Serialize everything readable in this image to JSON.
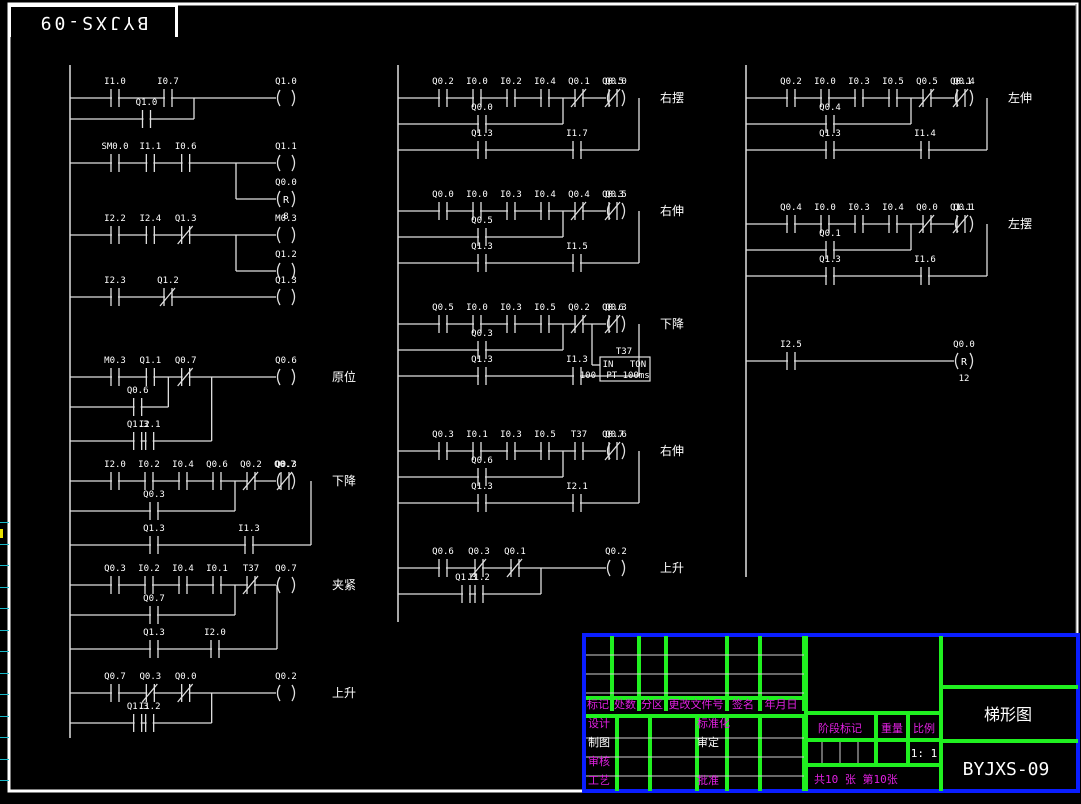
{
  "drawing_id_label": "BYJXS-09",
  "colors": {
    "background": "#000000",
    "wire": "#e0e0e0",
    "text": "#ffffff",
    "titleblock_border": "#0a1eff",
    "titleblock_grid": "#20f020",
    "titleblock_label": "#e020e0"
  },
  "ladder": {
    "columns": [
      {
        "rungs": [
          {
            "contacts": [
              {
                "name": "I1.0",
                "type": "NO"
              },
              {
                "name": "I0.7",
                "type": "NO"
              }
            ],
            "branches": [
              {
                "contacts": [
                  {
                    "name": "Q1.0",
                    "type": "NO"
                  }
                ],
                "span": 2
              }
            ],
            "coils": [
              {
                "name": "Q1.0",
                "type": "()"
              }
            ],
            "comment": ""
          },
          {
            "contacts": [
              {
                "name": "SM0.0",
                "type": "NO"
              },
              {
                "name": "I1.1",
                "type": "NO"
              },
              {
                "name": "I0.6",
                "type": "NO"
              }
            ],
            "branches": [],
            "coils": [
              {
                "name": "Q1.1",
                "type": "()"
              },
              {
                "name": "Q0.0",
                "type": "(R)",
                "param": "8"
              }
            ],
            "comment": ""
          },
          {
            "contacts": [
              {
                "name": "I2.2",
                "type": "NO"
              },
              {
                "name": "I2.4",
                "type": "NO"
              },
              {
                "name": "Q1.3",
                "type": "NC"
              }
            ],
            "branches": [],
            "coils": [
              {
                "name": "M0.3",
                "type": "()"
              },
              {
                "name": "Q1.2",
                "type": "()"
              }
            ],
            "comment": ""
          },
          {
            "contacts": [
              {
                "name": "I2.3",
                "type": "NO"
              },
              {
                "name": "Q1.2",
                "type": "NC"
              }
            ],
            "branches": [],
            "coils": [
              {
                "name": "Q1.3",
                "type": "()"
              }
            ],
            "comment": ""
          },
          {
            "contacts": [
              {
                "name": "M0.3",
                "type": "NO"
              },
              {
                "name": "Q1.1",
                "type": "NO"
              },
              {
                "name": "Q0.7",
                "type": "NC"
              }
            ],
            "branches": [
              {
                "contacts": [
                  {
                    "name": "Q0.6",
                    "type": "NO"
                  }
                ],
                "span": 2
              },
              {
                "contacts": [
                  {
                    "name": "Q1.3",
                    "type": "NO"
                  },
                  {
                    "name": "I2.1",
                    "type": "NO"
                  }
                ],
                "span": 3
              }
            ],
            "coils": [
              {
                "name": "Q0.6",
                "type": "()"
              }
            ],
            "comment": "原位"
          },
          {
            "contacts": [
              {
                "name": "I2.0",
                "type": "NO"
              },
              {
                "name": "I0.2",
                "type": "NO"
              },
              {
                "name": "I0.4",
                "type": "NO"
              },
              {
                "name": "Q0.6",
                "type": "NO"
              },
              {
                "name": "Q0.2",
                "type": "NC"
              },
              {
                "name": "Q0.7",
                "type": "NC"
              }
            ],
            "branches": [
              {
                "contacts": [
                  {
                    "name": "Q0.3",
                    "type": "NO"
                  }
                ],
                "span": 4
              },
              {
                "contacts": [
                  {
                    "name": "Q1.3",
                    "type": "NO"
                  },
                  {
                    "name": "I1.3",
                    "type": "NO"
                  }
                ],
                "span": 6
              }
            ],
            "coils": [
              {
                "name": "Q0.3",
                "type": "()"
              }
            ],
            "comment": "下降"
          },
          {
            "contacts": [
              {
                "name": "Q0.3",
                "type": "NO"
              },
              {
                "name": "I0.2",
                "type": "NO"
              },
              {
                "name": "I0.4",
                "type": "NO"
              },
              {
                "name": "I0.1",
                "type": "NO"
              },
              {
                "name": "T37",
                "type": "NC"
              }
            ],
            "branches": [
              {
                "contacts": [
                  {
                    "name": "Q0.7",
                    "type": "NO"
                  }
                ],
                "span": 4
              },
              {
                "contacts": [
                  {
                    "name": "Q1.3",
                    "type": "NO"
                  },
                  {
                    "name": "I2.0",
                    "type": "NO"
                  }
                ],
                "span": 5
              }
            ],
            "coils": [
              {
                "name": "Q0.7",
                "type": "()"
              }
            ],
            "comment": "夹紧"
          },
          {
            "contacts": [
              {
                "name": "Q0.7",
                "type": "NO"
              },
              {
                "name": "Q0.3",
                "type": "NC"
              },
              {
                "name": "Q0.0",
                "type": "NC"
              }
            ],
            "branches": [
              {
                "contacts": [
                  {
                    "name": "Q1.3",
                    "type": "NO"
                  },
                  {
                    "name": "I1.2",
                    "type": "NO"
                  }
                ],
                "span": 3
              }
            ],
            "coils": [
              {
                "name": "Q0.2",
                "type": "()"
              }
            ],
            "comment": "上升"
          }
        ]
      },
      {
        "rungs": [
          {
            "contacts": [
              {
                "name": "Q0.2",
                "type": "NO"
              },
              {
                "name": "I0.0",
                "type": "NO"
              },
              {
                "name": "I0.2",
                "type": "NO"
              },
              {
                "name": "I0.4",
                "type": "NO"
              },
              {
                "name": "Q0.1",
                "type": "NC"
              },
              {
                "name": "Q0.5",
                "type": "NC"
              }
            ],
            "branches": [
              {
                "contacts": [
                  {
                    "name": "Q0.0",
                    "type": "NO"
                  }
                ],
                "span": 4
              },
              {
                "contacts": [
                  {
                    "name": "Q1.3",
                    "type": "NO"
                  },
                  {
                    "name": "I1.7",
                    "type": "NO"
                  }
                ],
                "span": 6
              }
            ],
            "coils": [
              {
                "name": "Q0.0",
                "type": "()"
              }
            ],
            "comment": "右摆"
          },
          {
            "contacts": [
              {
                "name": "Q0.0",
                "type": "NO"
              },
              {
                "name": "I0.0",
                "type": "NO"
              },
              {
                "name": "I0.3",
                "type": "NO"
              },
              {
                "name": "I0.4",
                "type": "NO"
              },
              {
                "name": "Q0.4",
                "type": "NC"
              },
              {
                "name": "Q0.3",
                "type": "NC"
              }
            ],
            "branches": [
              {
                "contacts": [
                  {
                    "name": "Q0.5",
                    "type": "NO"
                  }
                ],
                "span": 4
              },
              {
                "contacts": [
                  {
                    "name": "Q1.3",
                    "type": "NO"
                  },
                  {
                    "name": "I1.5",
                    "type": "NO"
                  }
                ],
                "span": 6
              }
            ],
            "coils": [
              {
                "name": "Q0.5",
                "type": "()"
              }
            ],
            "comment": "右伸"
          },
          {
            "contacts": [
              {
                "name": "Q0.5",
                "type": "NO"
              },
              {
                "name": "I0.0",
                "type": "NO"
              },
              {
                "name": "I0.3",
                "type": "NO"
              },
              {
                "name": "I0.5",
                "type": "NO"
              },
              {
                "name": "Q0.2",
                "type": "NC"
              },
              {
                "name": "Q0.6",
                "type": "NC"
              }
            ],
            "branches": [
              {
                "contacts": [
                  {
                    "name": "Q0.3",
                    "type": "NO"
                  }
                ],
                "span": 4
              },
              {
                "contacts": [
                  {
                    "name": "Q1.3",
                    "type": "NO"
                  },
                  {
                    "name": "I1.3",
                    "type": "NO"
                  }
                ],
                "span": 6
              }
            ],
            "coils": [
              {
                "name": "Q0.3",
                "type": "()"
              }
            ],
            "timer": {
              "name": "T37",
              "type": "TON",
              "in_label": "IN",
              "pt_label": "PT",
              "preset": "100",
              "resolution": "100ms"
            },
            "comment": "下降"
          },
          {
            "contacts": [
              {
                "name": "Q0.3",
                "type": "NO"
              },
              {
                "name": "I0.1",
                "type": "NO"
              },
              {
                "name": "I0.3",
                "type": "NO"
              },
              {
                "name": "I0.5",
                "type": "NO"
              },
              {
                "name": "T37",
                "type": "NO"
              },
              {
                "name": "Q0.7",
                "type": "NC"
              }
            ],
            "branches": [
              {
                "contacts": [
                  {
                    "name": "Q0.6",
                    "type": "NO"
                  }
                ],
                "span": 4
              },
              {
                "contacts": [
                  {
                    "name": "Q1.3",
                    "type": "NO"
                  },
                  {
                    "name": "I2.1",
                    "type": "NO"
                  }
                ],
                "span": 6
              }
            ],
            "coils": [
              {
                "name": "Q0.6",
                "type": "()"
              }
            ],
            "comment": "右伸"
          },
          {
            "contacts": [
              {
                "name": "Q0.6",
                "type": "NO"
              },
              {
                "name": "Q0.3",
                "type": "NC"
              },
              {
                "name": "Q0.1",
                "type": "NC"
              }
            ],
            "branches": [
              {
                "contacts": [
                  {
                    "name": "Q1.3",
                    "type": "NO"
                  },
                  {
                    "name": "I1.2",
                    "type": "NO"
                  }
                ],
                "span": 3
              }
            ],
            "coils": [
              {
                "name": "Q0.2",
                "type": "()"
              }
            ],
            "comment": "上升"
          }
        ]
      },
      {
        "rungs": [
          {
            "contacts": [
              {
                "name": "Q0.2",
                "type": "NO"
              },
              {
                "name": "I0.0",
                "type": "NO"
              },
              {
                "name": "I0.3",
                "type": "NO"
              },
              {
                "name": "I0.5",
                "type": "NO"
              },
              {
                "name": "Q0.5",
                "type": "NC"
              },
              {
                "name": "Q0.1",
                "type": "NC"
              }
            ],
            "branches": [
              {
                "contacts": [
                  {
                    "name": "Q0.4",
                    "type": "NO"
                  }
                ],
                "span": 4
              },
              {
                "contacts": [
                  {
                    "name": "Q1.3",
                    "type": "NO"
                  },
                  {
                    "name": "I1.4",
                    "type": "NO"
                  }
                ],
                "span": 6
              }
            ],
            "coils": [
              {
                "name": "Q0.4",
                "type": "()"
              }
            ],
            "comment": "左伸"
          },
          {
            "contacts": [
              {
                "name": "Q0.4",
                "type": "NO"
              },
              {
                "name": "I0.0",
                "type": "NO"
              },
              {
                "name": "I0.3",
                "type": "NO"
              },
              {
                "name": "I0.4",
                "type": "NO"
              },
              {
                "name": "Q0.0",
                "type": "NC"
              },
              {
                "name": "Q1.1",
                "type": "NC"
              }
            ],
            "branches": [
              {
                "contacts": [
                  {
                    "name": "Q0.1",
                    "type": "NO"
                  }
                ],
                "span": 4
              },
              {
                "contacts": [
                  {
                    "name": "Q1.3",
                    "type": "NO"
                  },
                  {
                    "name": "I1.6",
                    "type": "NO"
                  }
                ],
                "span": 6
              }
            ],
            "coils": [
              {
                "name": "Q0.1",
                "type": "()"
              }
            ],
            "comment": "左摆"
          },
          {
            "contacts": [
              {
                "name": "I2.5",
                "type": "NO"
              }
            ],
            "branches": [],
            "coils": [
              {
                "name": "Q0.0",
                "type": "(R)",
                "param": "12"
              }
            ],
            "comment": ""
          }
        ]
      }
    ]
  },
  "title_block": {
    "revision_headers": [
      "标记",
      "处数",
      "分区",
      "更改文件号",
      "签名",
      "年月日"
    ],
    "role_labels": [
      "设计",
      "制图",
      "审核",
      "工艺"
    ],
    "mid_labels": [
      "标准化",
      "审定",
      "",
      "批准"
    ],
    "stage_label": "阶段标记",
    "weight_label": "重量",
    "scale_label": "比例",
    "scale_value": "1: 1",
    "sheet_info": {
      "total_prefix": "共",
      "total": "10",
      "total_suffix": "张",
      "current_prefix": "第",
      "current": "10",
      "current_suffix": "张"
    },
    "drawing_name": "梯形图",
    "drawing_number": "BYJXS-09"
  }
}
